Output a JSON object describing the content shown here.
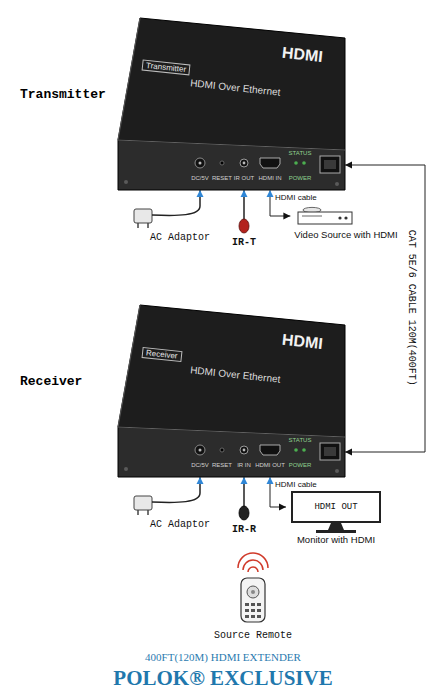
{
  "diagram": {
    "nodes": [
      {
        "text": [
          "Transmitter"
        ]
      },
      {
        "text": [
          "Video Source with HDMI"
        ]
      },
      {
        "text": [
          "AC Adaptor"
        ]
      },
      {
        "text": [
          "IR-T"
        ]
      },
      {
        "text": [
          "Receiver"
        ]
      },
      {
        "text": [
          "HDMI OUT",
          "Monitor with HDMI"
        ]
      },
      {
        "text": [
          "AC Adaptor"
        ]
      },
      {
        "text": [
          "IR-R"
        ]
      },
      {
        "text": [
          "Source Remote"
        ]
      }
    ],
    "edges": [
      {
        "from": 0,
        "to": 1,
        "label": "HDMI cable",
        "arrow": "both"
      },
      {
        "from": 2,
        "to": 0,
        "arrow": "to"
      },
      {
        "from": 3,
        "to": 0,
        "arrow": "to"
      },
      {
        "from": 0,
        "to": 4,
        "label": "CAT 5E/6 CABLE 120M(400FT)",
        "arrow": "both"
      },
      {
        "from": 4,
        "to": 5,
        "label": "HDMI cable",
        "arrow": "both"
      },
      {
        "from": 6,
        "to": 4,
        "arrow": "to"
      },
      {
        "from": 7,
        "to": 4,
        "arrow": "to"
      }
    ],
    "labels": [
      "Transmitter",
      "HDMI Over Ethernet",
      "HDMI",
      "STATUS",
      "POWER",
      "DC/5V",
      "RESET",
      "IR OUT",
      "HDMI IN",
      "Receiver",
      "HDMI Over Ethernet",
      "HDMI",
      "STATUS",
      "POWER",
      "DC/5V",
      "RESET",
      "IR IN",
      "HDMI OUT",
      "400FT(120M) HDMI EXTENDER",
      "POLOK® EXCLUSIVE"
    ]
  }
}
